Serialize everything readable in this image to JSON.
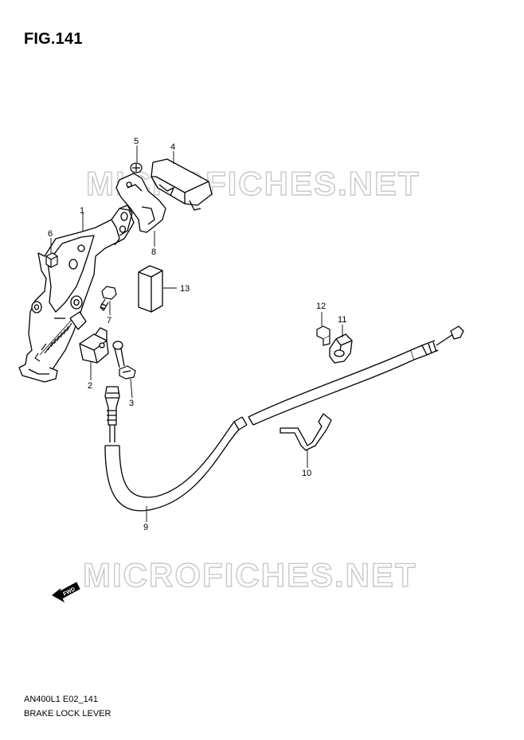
{
  "figure": {
    "title": "FIG.141",
    "code": "AN400L1 E02_141",
    "name": "BRAKE LOCK LEVER"
  },
  "watermark": "MICROFICHES.NET",
  "forward_arrow_label": "FWD",
  "callouts": [
    "1",
    "2",
    "3",
    "4",
    "5",
    "6",
    "7",
    "8",
    "9",
    "10",
    "11",
    "12",
    "13"
  ]
}
